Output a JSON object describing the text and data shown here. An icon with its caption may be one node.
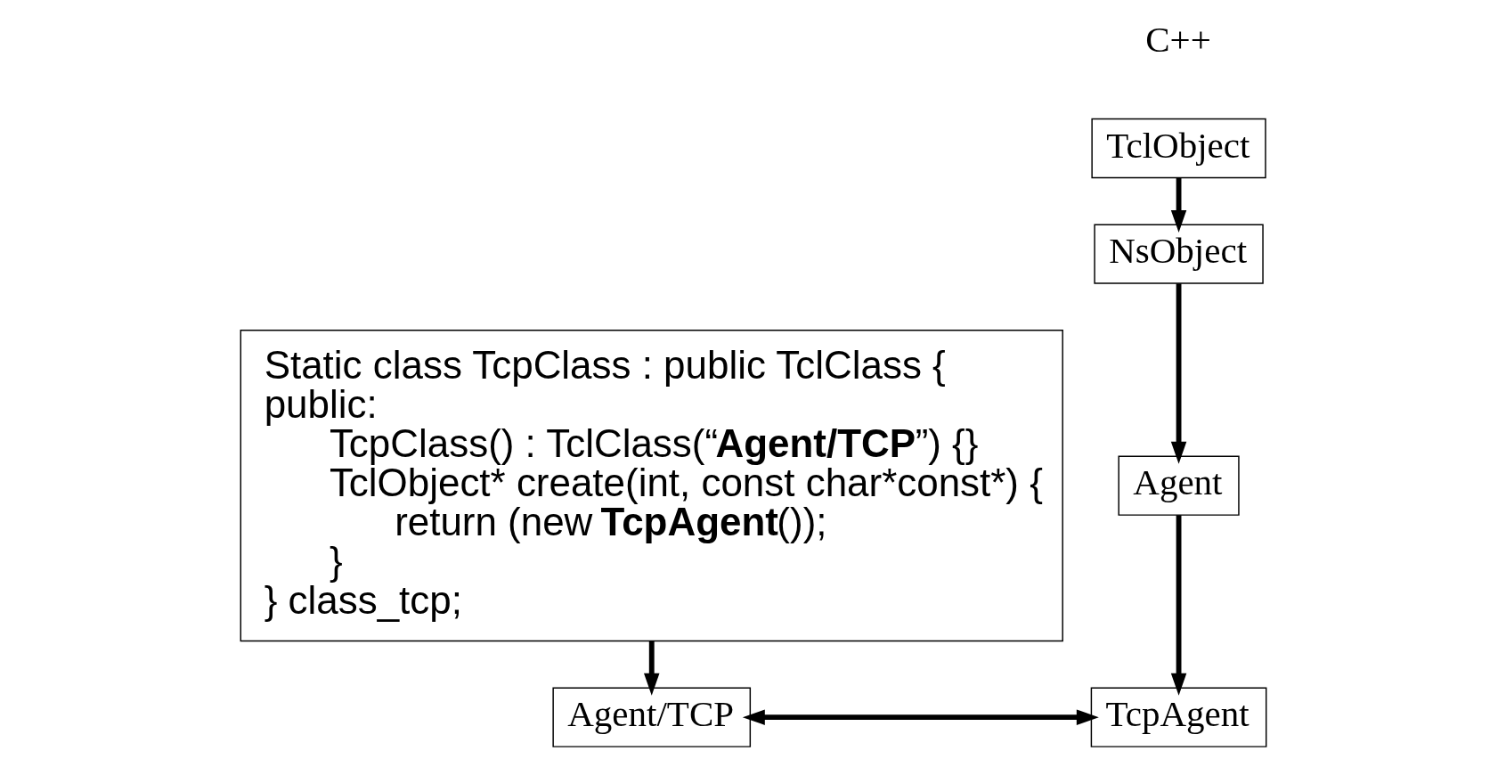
{
  "diagram": {
    "nodes": [
      {
        "text": [
          "TclObject"
        ]
      },
      {
        "text": [
          "NsObject"
        ]
      },
      {
        "text": [
          "Agent"
        ]
      },
      {
        "text": [
          "TcpAgent"
        ]
      },
      {
        "text": [
          "Static class TcpClass : public TclClass {",
          "public:",
          "TcpClass() : TclClass(“**Agent/TCP**”) {}",
          "TclObject* create(int, const char*const*) {",
          "return (new **TcpAgent**());",
          "}",
          "} class_tcp;"
        ]
      },
      {
        "text": [
          "Agent/TCP"
        ]
      }
    ],
    "edges": [
      {
        "from": 0,
        "to": 1,
        "arrow": "to"
      },
      {
        "from": 1,
        "to": 2,
        "arrow": "to"
      },
      {
        "from": 2,
        "to": 3,
        "arrow": "to"
      },
      {
        "from": 3,
        "to": 5,
        "arrow": "both"
      },
      {
        "from": 4,
        "to": 5,
        "arrow": "to"
      }
    ],
    "labels": [
      "C++"
    ]
  }
}
